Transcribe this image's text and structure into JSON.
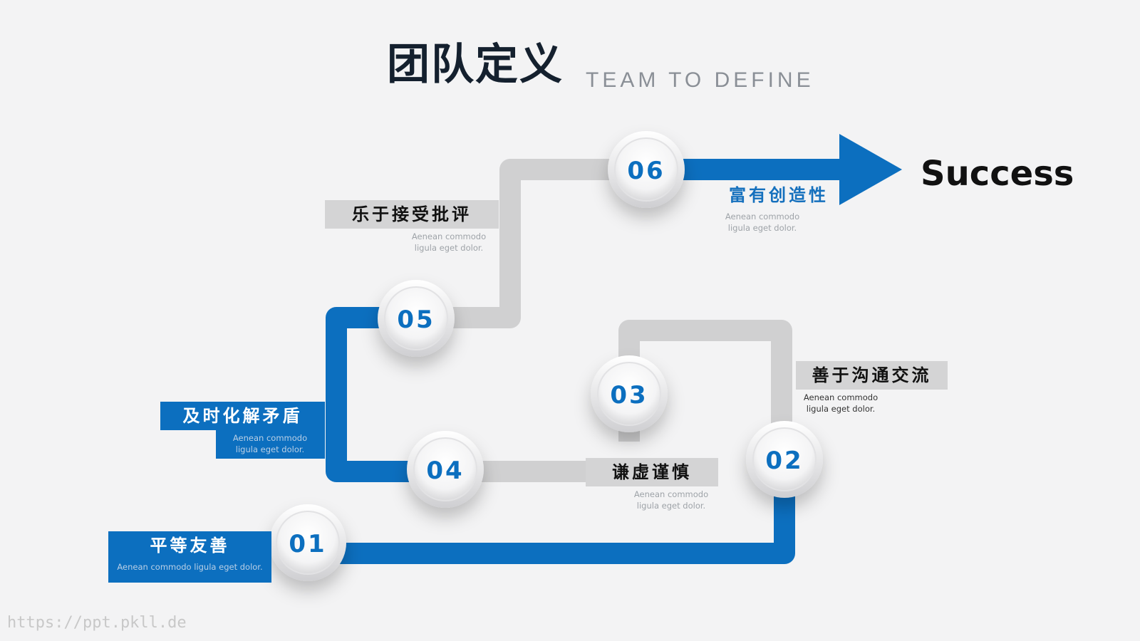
{
  "title_cn": "团队定义",
  "title_en": "TEAM TO DEFINE",
  "end_label": "Success",
  "colors": {
    "blue": "#0c6fbf",
    "gray": "#d0d0d1",
    "background": "#f3f3f4"
  },
  "steps": [
    {
      "number": "01",
      "title": "平等友善",
      "desc": "Aenean commodo ligula eget dolor."
    },
    {
      "number": "02",
      "title": "善于沟通交流",
      "desc_line1": "Aenean commodo",
      "desc_line2": "ligula eget dolor."
    },
    {
      "number": "03",
      "title": "谦虚谨慎",
      "desc_line1": "Aenean commodo",
      "desc_line2": "ligula eget dolor."
    },
    {
      "number": "04",
      "title": "及时化解矛盾",
      "desc_line1": "Aenean commodo",
      "desc_line2": "ligula eget dolor."
    },
    {
      "number": "05",
      "title": "乐于接受批评",
      "desc_line1": "Aenean commodo",
      "desc_line2": "ligula eget dolor."
    },
    {
      "number": "06",
      "title": "富有创造性",
      "desc_line1": "Aenean commodo",
      "desc_line2": "ligula eget dolor."
    }
  ],
  "watermark": "https://ppt.pkll.de"
}
